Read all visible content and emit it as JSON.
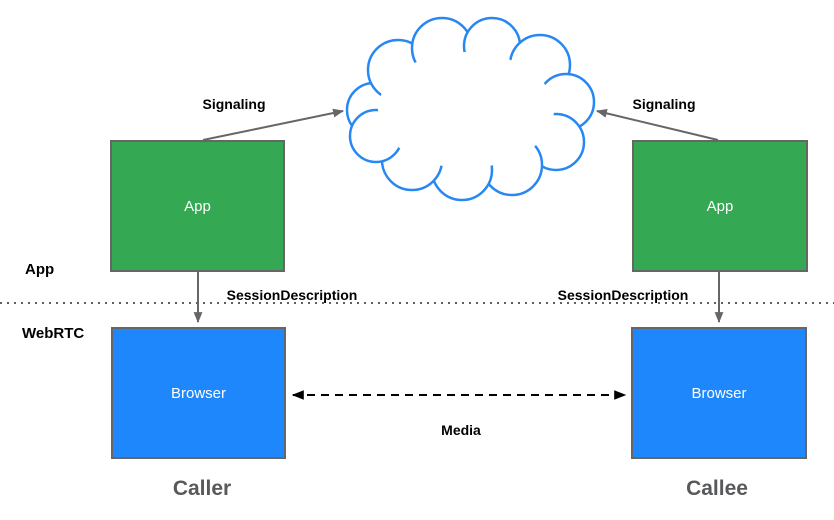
{
  "title": "WebRTC signaling architecture diagram",
  "colors": {
    "green": "#34a853",
    "blue": "#1f87fc",
    "cloud": "#2787f3",
    "arrow": "#666666",
    "media": "#000000",
    "border": "#666666",
    "divider": "#5f5f5f",
    "endpoint": "#58595b",
    "label": "#000000",
    "boxtext": "#ffffff"
  },
  "layers": {
    "app": {
      "label": "App"
    },
    "webrtc": {
      "label": "WebRTC"
    }
  },
  "nodes": {
    "cloud": {
      "name": "signaling-cloud"
    },
    "caller_app": {
      "label": "App"
    },
    "callee_app": {
      "label": "App"
    },
    "caller_browser": {
      "label": "Browser"
    },
    "callee_browser": {
      "label": "Browser"
    }
  },
  "edges": {
    "signaling_left": {
      "label": "Signaling"
    },
    "signaling_right": {
      "label": "Signaling"
    },
    "session_left": {
      "label": "SessionDescription"
    },
    "session_right": {
      "label": "SessionDescription"
    },
    "media": {
      "label": "Media"
    }
  },
  "endpoints": {
    "caller": {
      "label": "Caller"
    },
    "callee": {
      "label": "Callee"
    }
  }
}
